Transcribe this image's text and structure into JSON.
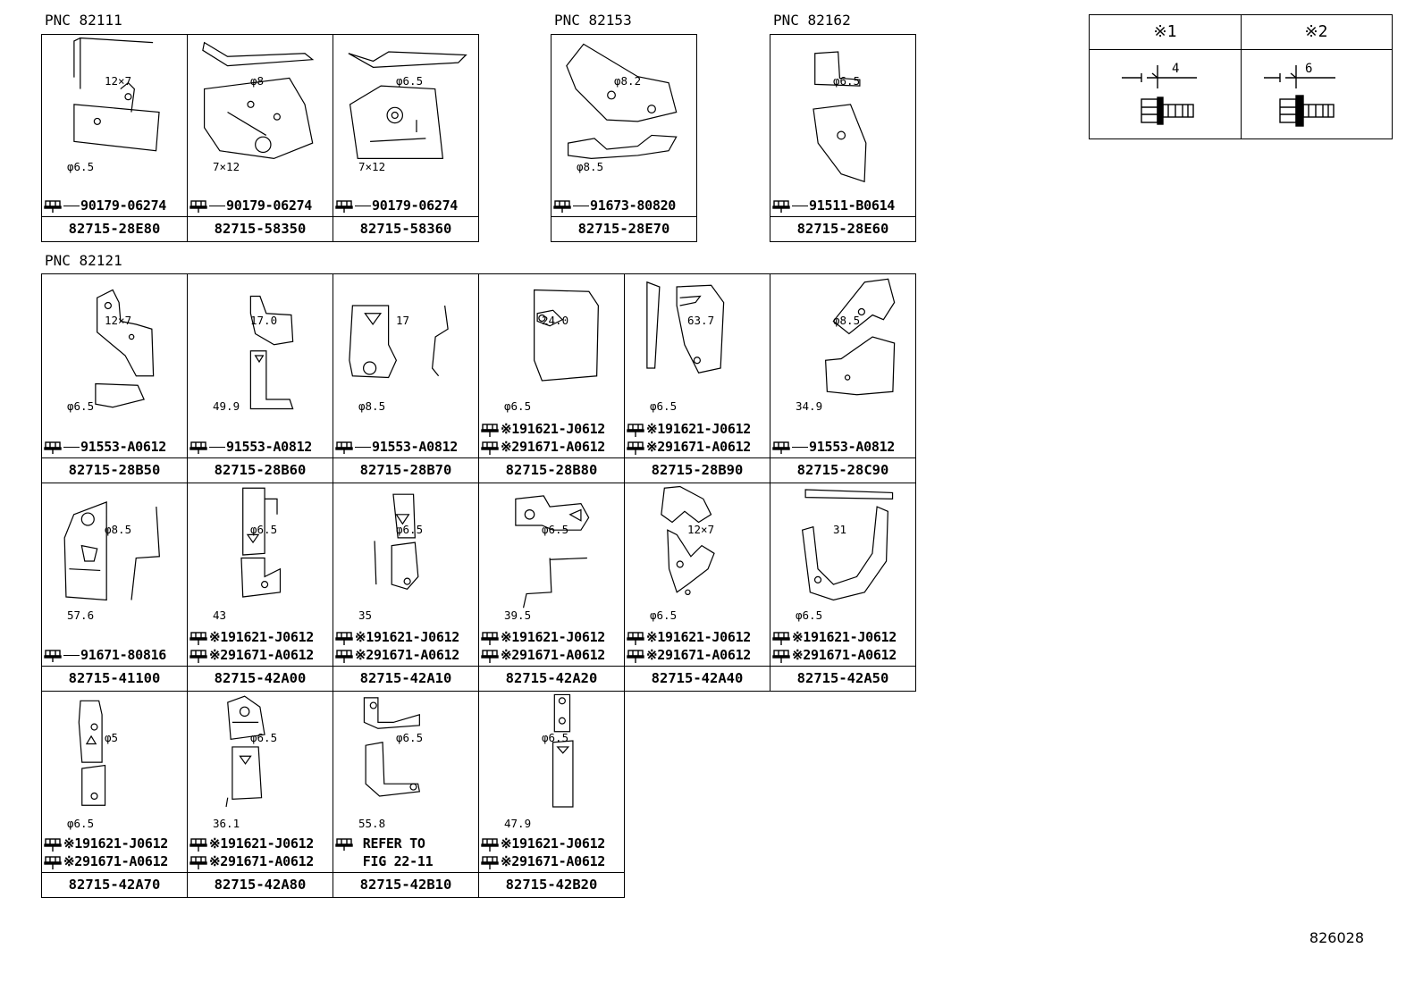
{
  "groups": [
    {
      "label": "PNC  82111"
    },
    {
      "label": "PNC  82153"
    },
    {
      "label": "PNC  82162"
    },
    {
      "label": "PNC  82121"
    }
  ],
  "cells": [
    {
      "part": "82715-28E80",
      "bolts": [
        "90179-06274"
      ],
      "dims": [
        "12×7",
        "φ6.5"
      ]
    },
    {
      "part": "82715-58350",
      "bolts": [
        "90179-06274"
      ],
      "dims": [
        "φ8",
        "7×12"
      ]
    },
    {
      "part": "82715-58360",
      "bolts": [
        "90179-06274"
      ],
      "dims": [
        "φ6.5",
        "7×12"
      ]
    },
    {
      "part": "82715-28E70",
      "bolts": [
        "91673-80820"
      ],
      "dims": [
        "φ8.2",
        "φ8.5"
      ]
    },
    {
      "part": "82715-28E60",
      "bolts": [
        "91511-B0614"
      ],
      "dims": [
        "φ6.5"
      ]
    },
    {
      "part": "82715-28B50",
      "bolts": [
        "91553-A0612"
      ],
      "dims": [
        "12×7",
        "φ6.5"
      ]
    },
    {
      "part": "82715-28B60",
      "bolts": [
        "91553-A0812"
      ],
      "dims": [
        "17.0",
        "49.9"
      ]
    },
    {
      "part": "82715-28B70",
      "bolts": [
        "91553-A0812"
      ],
      "dims": [
        "17",
        "φ8.5"
      ]
    },
    {
      "part": "82715-28B80",
      "bolts": [
        "※191621-J0612",
        "※291671-A0612"
      ],
      "dims": [
        "24.0",
        "φ6.5"
      ]
    },
    {
      "part": "82715-28B90",
      "bolts": [
        "※191621-J0612",
        "※291671-A0612"
      ],
      "dims": [
        "63.7",
        "φ6.5"
      ]
    },
    {
      "part": "82715-28C90",
      "bolts": [
        "91553-A0812"
      ],
      "dims": [
        "φ8.5",
        "34.9"
      ]
    },
    {
      "part": "82715-41100",
      "bolts": [
        "91671-80816"
      ],
      "dims": [
        "φ8.5",
        "57.6"
      ]
    },
    {
      "part": "82715-42A00",
      "bolts": [
        "※191621-J0612",
        "※291671-A0612"
      ],
      "dims": [
        "φ6.5",
        "43"
      ]
    },
    {
      "part": "82715-42A10",
      "bolts": [
        "※191621-J0612",
        "※291671-A0612"
      ],
      "dims": [
        "φ6.5",
        "35"
      ]
    },
    {
      "part": "82715-42A20",
      "bolts": [
        "※191621-J0612",
        "※291671-A0612"
      ],
      "dims": [
        "φ6.5",
        "39.5"
      ]
    },
    {
      "part": "82715-42A40",
      "bolts": [
        "※191621-J0612",
        "※291671-A0612"
      ],
      "dims": [
        "12×7",
        "φ6.5"
      ]
    },
    {
      "part": "82715-42A50",
      "bolts": [
        "※191621-J0612",
        "※291671-A0612"
      ],
      "dims": [
        "31",
        "φ6.5"
      ]
    },
    {
      "part": "82715-42A70",
      "bolts": [
        "※191621-J0612",
        "※291671-A0612"
      ],
      "dims": [
        "φ5",
        "φ6.5"
      ]
    },
    {
      "part": "82715-42A80",
      "bolts": [
        "※191621-J0612",
        "※291671-A0612"
      ],
      "dims": [
        "φ6.5",
        "36.1"
      ]
    },
    {
      "part": "82715-42B10",
      "bolts": [
        "REFER TO",
        "FIG 22-11"
      ],
      "dims": [
        "φ6.5",
        "55.8"
      ]
    },
    {
      "part": "82715-42B20",
      "bolts": [
        "※191621-J0612",
        "※291671-A0612"
      ],
      "dims": [
        "φ6.5",
        "47.9"
      ]
    }
  ],
  "notes": {
    "col1": {
      "header": "※1",
      "dim": "4"
    },
    "col2": {
      "header": "※2",
      "dim": "6"
    }
  },
  "figure_id": "826028"
}
